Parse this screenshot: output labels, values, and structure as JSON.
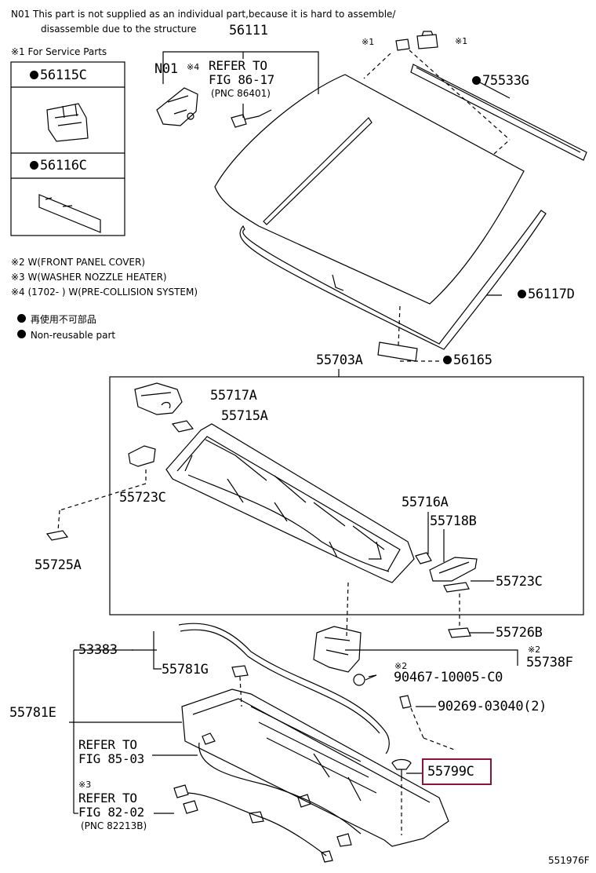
{
  "notes": {
    "n01_line1": "N01  This part is not supplied as an individual part,because it is hard to assemble/",
    "n01_line2": "disassemble due to the structure",
    "service_parts": "※1 For Service Parts",
    "note2": "※2 W(FRONT PANEL COVER)",
    "note3": "※3 W(WASHER NOZZLE HEATER)",
    "note4": "※4 (1702-       ) W(PRE-COLLISION SYSTEM)",
    "legend_jp": "再使用不可部品",
    "legend_en": "Non-reusable part",
    "figure_id": "551976F"
  },
  "service_box": {
    "part1": "56115C",
    "part2": "56116C"
  },
  "labels": {
    "p56111": "56111",
    "n01": "N01",
    "x4": "※4",
    "refer1": "REFER TO",
    "fig1": "FIG 86-17",
    "pnc1": "(PNC 86401)",
    "x1a": "※1",
    "x1b": "※1",
    "p75533g": "75533G",
    "p56117d": "56117D",
    "p56165": "56165",
    "p55703a": "55703A",
    "p55717a": "55717A",
    "p55715a": "55715A",
    "p55723c_left": "55723C",
    "p55725a": "55725A",
    "p55716a": "55716A",
    "p55718b": "55718B",
    "p55723c_right": "55723C",
    "p55726b": "55726B",
    "x2a": "※2",
    "p55738f": "55738F",
    "p53383": "53383",
    "p55781g": "55781G",
    "x2b": "※2",
    "p90467": "90467-10005-C0",
    "p55781e": "55781E",
    "p90269": "90269-03040(2)",
    "refer2": "REFER TO",
    "fig2": "FIG 85-03",
    "p55799c": "55799C",
    "x3": "※3",
    "refer3": "REFER TO",
    "fig3": "FIG 82-02",
    "pnc3": "(PNC 82213B)"
  },
  "highlight": {
    "part": "55799C",
    "color": "#8a1538"
  }
}
